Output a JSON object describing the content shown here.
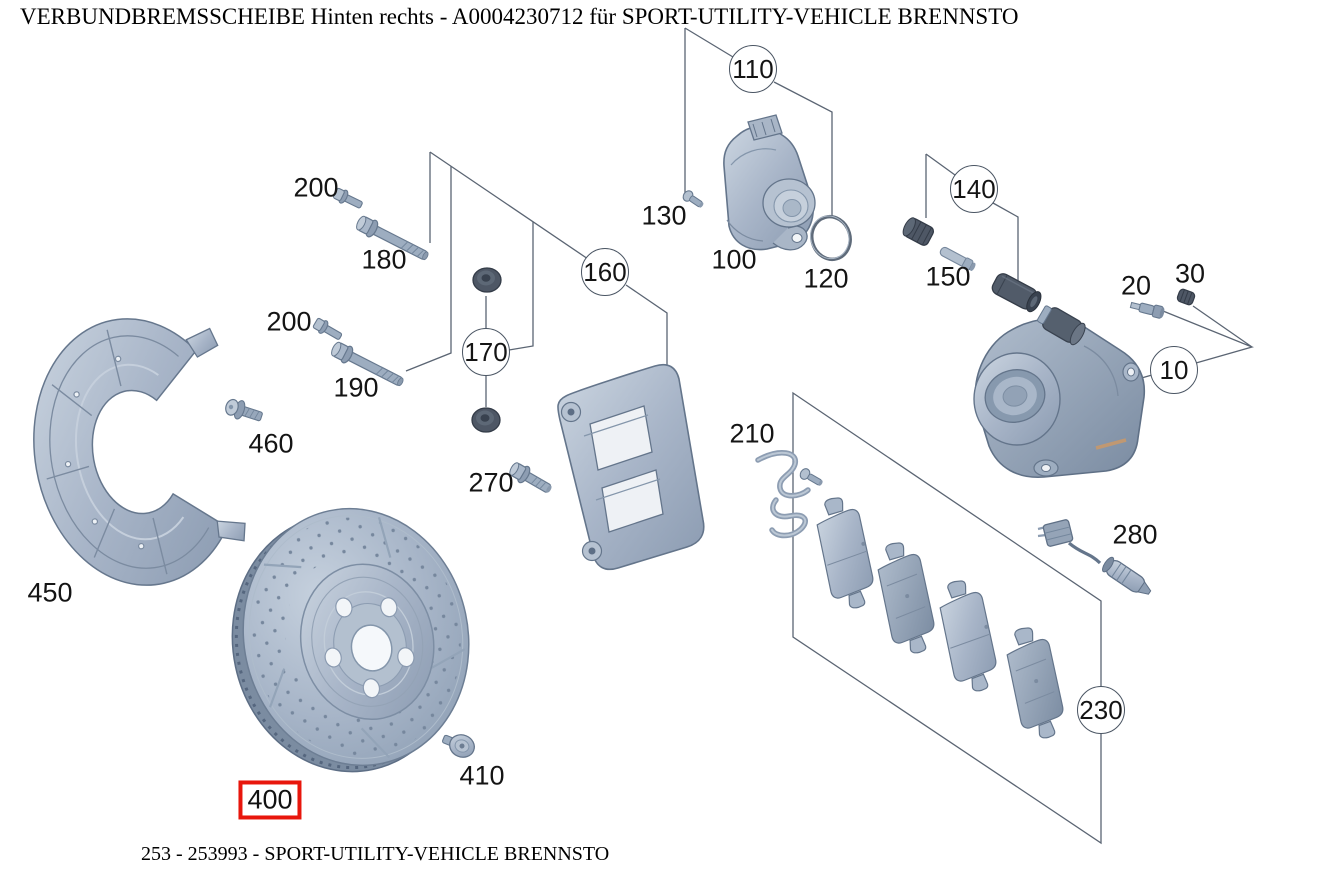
{
  "header": {
    "title": "VERBUNDBREMSSCHEIBE Hinten rechts - A0004230712 für SPORT-UTILITY-VEHICLE BRENNSTO"
  },
  "footer": {
    "text": "253 - 253993 - SPORT-UTILITY-VEHICLE BRENNSTO"
  },
  "diagram": {
    "background": "#ffffff",
    "line_color": "#5b6573",
    "part_color": "#a8b5c8",
    "highlight_color": "#e8160c",
    "selected_part": "400",
    "plain_labels": [
      {
        "id": "200-upper",
        "text": "200"
      },
      {
        "id": "180",
        "text": "180"
      },
      {
        "id": "200-lower",
        "text": "200"
      },
      {
        "id": "190",
        "text": "190"
      },
      {
        "id": "460",
        "text": "460"
      },
      {
        "id": "450",
        "text": "450"
      },
      {
        "id": "270",
        "text": "270"
      },
      {
        "id": "210",
        "text": "210"
      },
      {
        "id": "130",
        "text": "130"
      },
      {
        "id": "100",
        "text": "100"
      },
      {
        "id": "120",
        "text": "120"
      },
      {
        "id": "150",
        "text": "150"
      },
      {
        "id": "20",
        "text": "20"
      },
      {
        "id": "30",
        "text": "30"
      },
      {
        "id": "280",
        "text": "280"
      },
      {
        "id": "410",
        "text": "410"
      }
    ],
    "circle_callouts": [
      {
        "id": "110",
        "text": "110"
      },
      {
        "id": "160",
        "text": "160"
      },
      {
        "id": "170",
        "text": "170"
      },
      {
        "id": "140",
        "text": "140"
      },
      {
        "id": "10",
        "text": "10"
      },
      {
        "id": "230",
        "text": "230"
      }
    ],
    "boxed_callout": {
      "id": "400",
      "text": "400"
    }
  }
}
